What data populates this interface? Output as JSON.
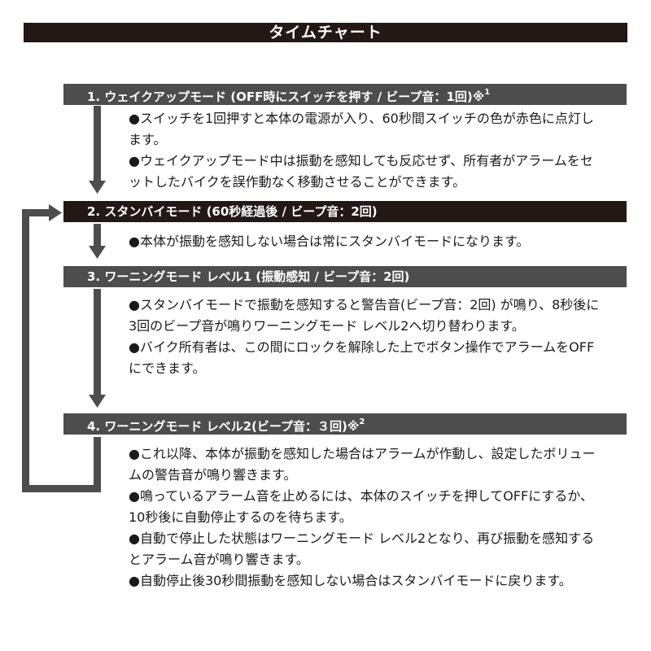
{
  "title": "タイムチャート",
  "steps": [
    {
      "header": "1. ウェイクアップモード (OFF時にスイッチを押す / ビープ音：1回)※",
      "note": "1",
      "bullets": [
        "●スイッチを1回押すと本体の電源が入り、60秒間スイッチの色が赤色に点灯します。",
        "●ウェイクアップモード中は振動を感知しても反応せず、所有者がアラームをセットしたバイクを誤作動なく移動させることができます。"
      ]
    },
    {
      "header": "2. スタンバイモード (60秒経過後  / ビープ音：2回)",
      "note": "",
      "bullets": [
        "●本体が振動を感知しない場合は常にスタンバイモードになります。"
      ]
    },
    {
      "header": "3. ワーニングモード レベル1 (振動感知  / ビープ音：2回)",
      "note": "",
      "bullets": [
        "●スタンバイモードで振動を感知すると警告音(ビープ音：2回) が鳴り、8秒後に3回のビープ音が鳴りワーニングモード レベル2へ切り替わります。",
        "●バイク所有者は、この間にロックを解除した上でボタン操作でアラームをOFFにできます。"
      ]
    },
    {
      "header": "4. ワーニングモード レベル2(ビープ音：３回)※",
      "note": "2",
      "bullets": [
        "●これ以降、本体が振動を感知した場合はアラームが作動し、設定したボリュームの警告音が鳴り響きます。",
        "●鳴っているアラーム音を止めるには、本体のスイッチを押してOFFにするか、10秒後に自動停止するのを待ちます。",
        "●自動で停止した状態はワーニングモード レベル2となり、再び振動を感知するとアラーム音が鳴り響きます。",
        "●自動停止後30秒間振動を感知しない場合はスタンバイモードに戻ります。"
      ]
    }
  ],
  "colors": {
    "title_bg": "#231815",
    "header_gray": "#4d4d4d",
    "header_dark": "#231815",
    "arrow": "#4d4d4d"
  }
}
